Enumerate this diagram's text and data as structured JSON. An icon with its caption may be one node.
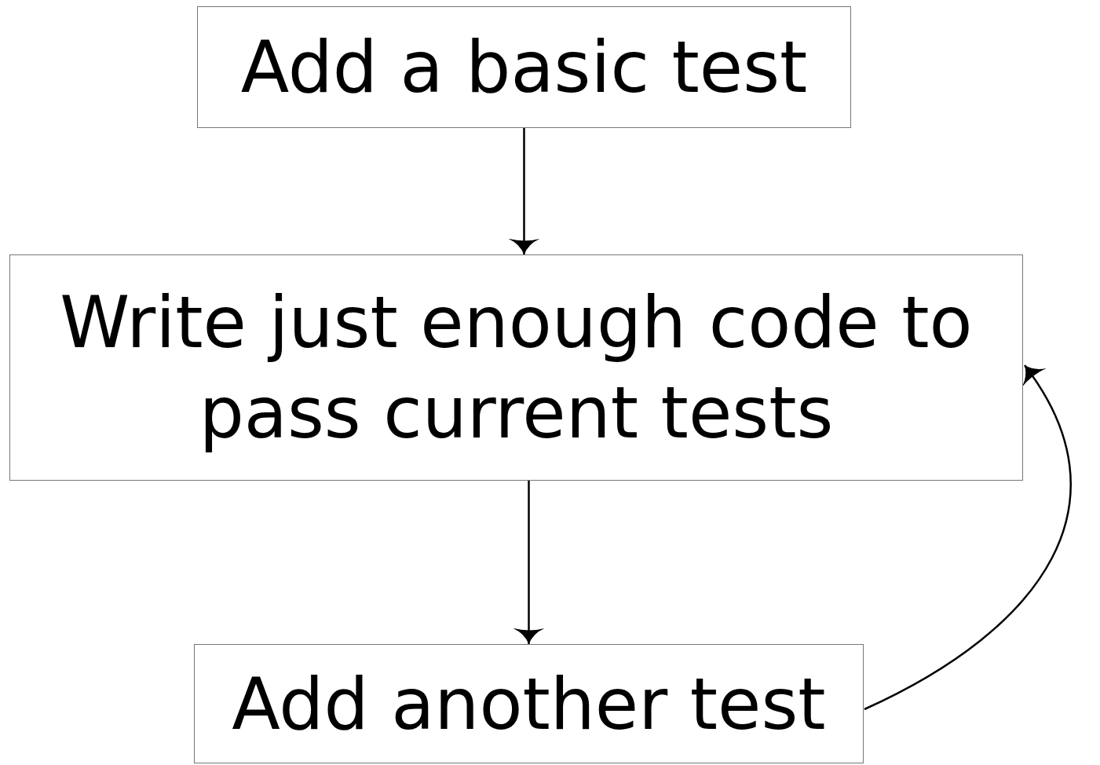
{
  "diagram": {
    "nodes": [
      {
        "text": [
          "Add a basic test"
        ]
      },
      {
        "text": [
          "Write just enough code to pass current tests"
        ]
      },
      {
        "text": [
          "Add another test"
        ]
      }
    ],
    "edges": [
      {
        "from": 0,
        "to": 1,
        "arrow": "to"
      },
      {
        "from": 1,
        "to": 2,
        "arrow": "to"
      },
      {
        "from": 2,
        "to": 1,
        "arrow": "to"
      }
    ]
  }
}
